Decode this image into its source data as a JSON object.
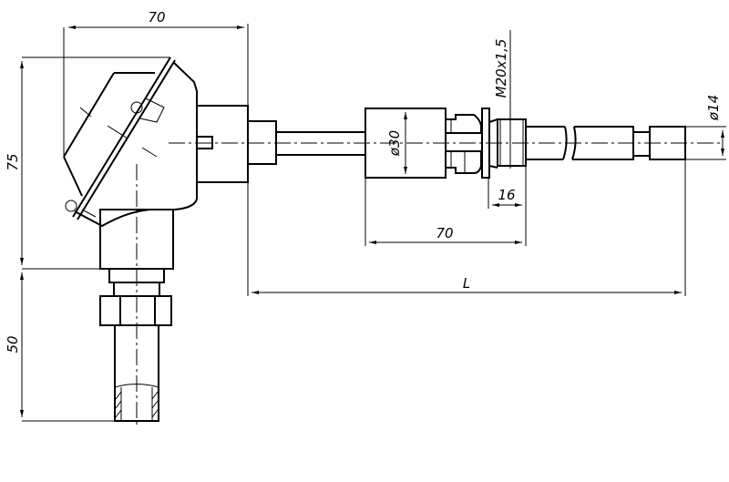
{
  "drawing": {
    "dimensions": {
      "head_width": "70",
      "head_height": "75",
      "neck_length": "50",
      "fitting_length": "70",
      "thread_length": "16",
      "diameter_body": "ø30",
      "thread": "M20x1,5",
      "diameter_probe": "ø14",
      "length": "L"
    }
  }
}
